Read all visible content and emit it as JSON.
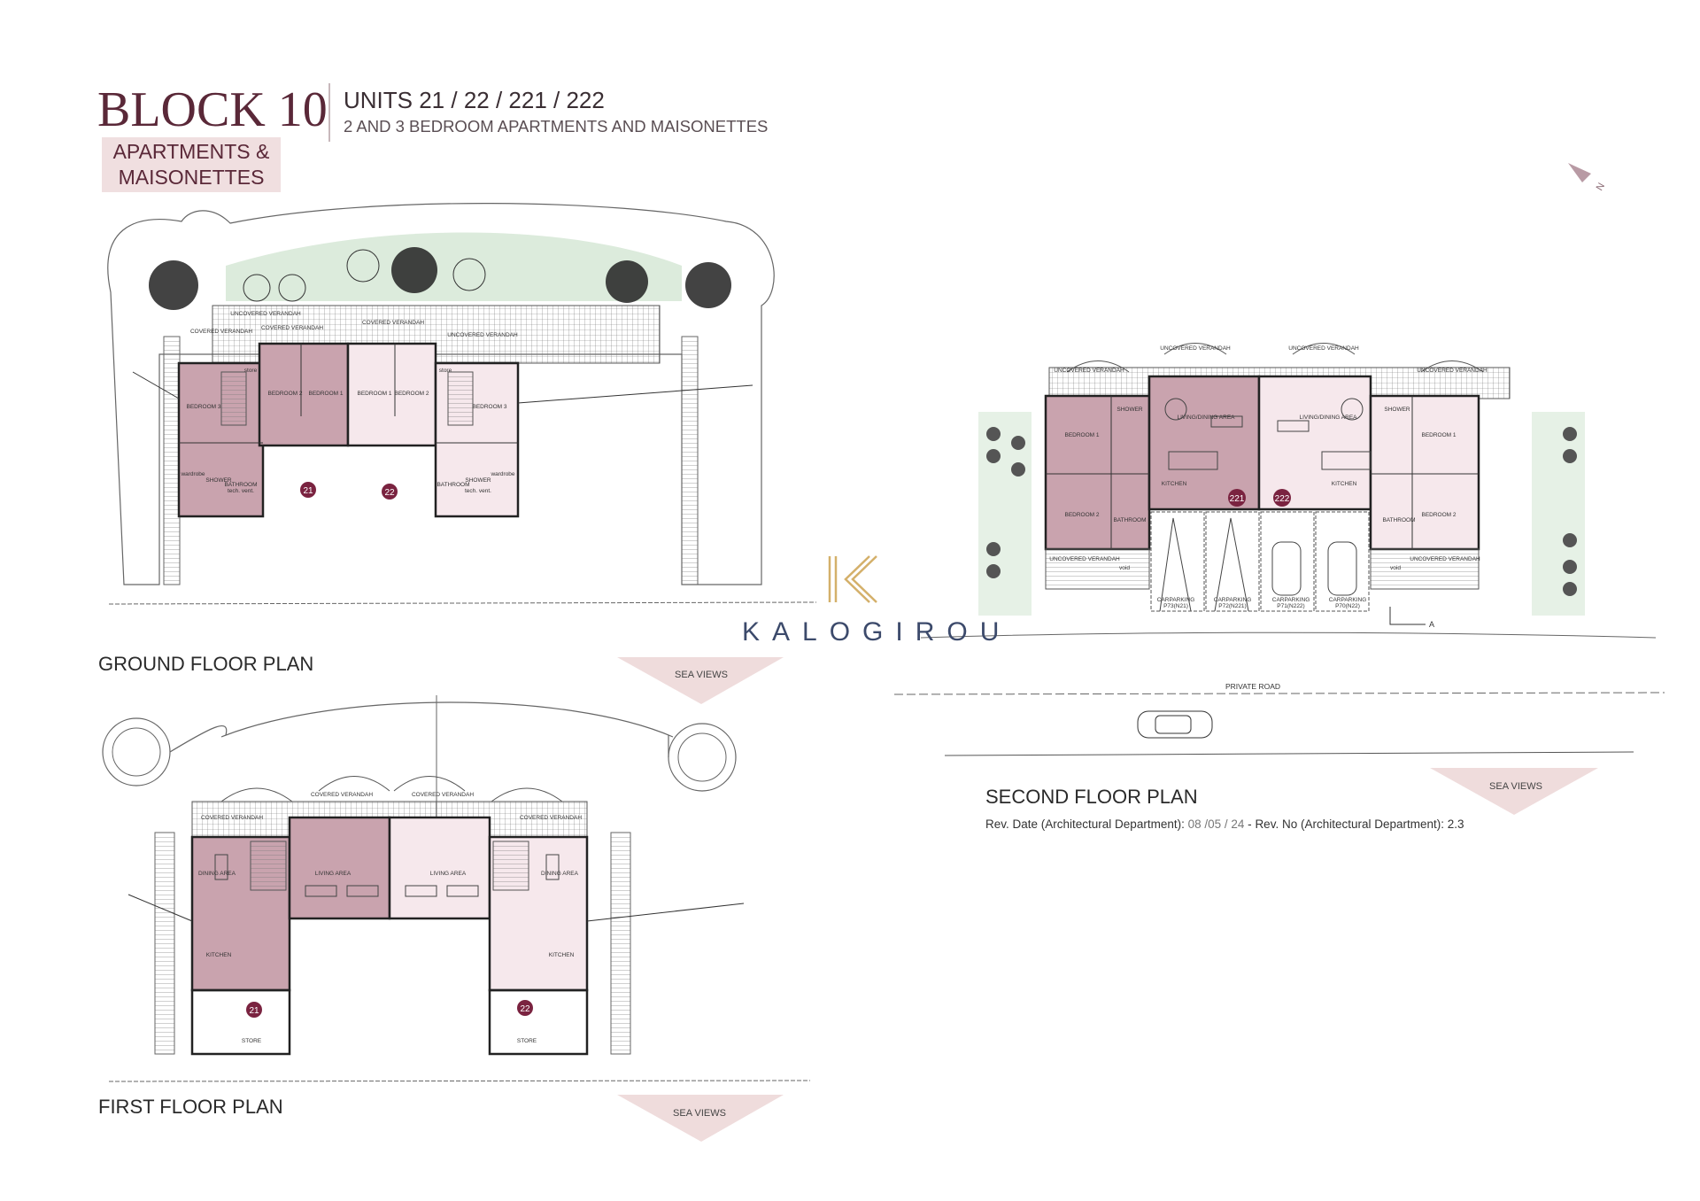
{
  "header": {
    "block_title": "BLOCK 10",
    "category_line1": "APARTMENTS &",
    "category_line2": "MAISONETTES",
    "units": "UNITS 21 / 22 / 221 / 222",
    "subtitle": "2 AND 3 BEDROOM APARTMENTS AND MAISONETTES"
  },
  "brand": {
    "logo_letter": "K",
    "name": "KALOGIROU",
    "gold": "#d4b06a",
    "navy": "#3c4a6b"
  },
  "colors": {
    "unit_dark": "#c9a3ae",
    "unit_light": "#f6e8ec",
    "badge": "#7a2340",
    "garden": "#dcebdc",
    "sea_views": "#efdcdc"
  },
  "ground_floor": {
    "title": "GROUND FLOOR PLAN",
    "sea_views": "SEA VIEWS",
    "verandas": [
      "COVERED VERANDAH",
      "COVERED VERANDAH",
      "COVERED VERANDAH",
      "UNCOVERED VERANDAH",
      "UNCOVERED VERANDAH"
    ],
    "rooms": [
      "BEDROOM 3",
      "BEDROOM 2",
      "BEDROOM 1",
      "BEDROOM 1",
      "BEDROOM 2",
      "BEDROOM 3",
      "wardrobe",
      "SHOWER",
      "BATHROOM",
      "tech. vent.",
      "BATHROOM",
      "SHOWER",
      "tech. vent.",
      "wardrobe",
      "store",
      "store"
    ],
    "units": [
      "21",
      "22"
    ]
  },
  "first_floor": {
    "title": "FIRST FLOOR PLAN",
    "sea_views": "SEA VIEWS",
    "verandas": [
      "COVERED VERANDAH",
      "COVERED VERANDAH",
      "COVERED VERANDAH",
      "COVERED VERANDAH"
    ],
    "rooms": [
      "DINING AREA",
      "LIVING AREA",
      "LIVING AREA",
      "DINING AREA",
      "KITCHEN",
      "KITCHEN",
      "STORE",
      "STORE"
    ],
    "units": [
      "21",
      "22"
    ]
  },
  "second_floor": {
    "title": "SECOND FLOOR PLAN",
    "sea_views": "SEA VIEWS",
    "verandas": [
      "UNCOVERED VERANDAH",
      "UNCOVERED VERANDAH",
      "UNCOVERED VERANDAH",
      "UNCOVERED VERANDAH",
      "UNCOVERED VERANDAH",
      "UNCOVERED VERANDAH"
    ],
    "rooms": [
      "BEDROOM 1",
      "BEDROOM 2",
      "SHOWER",
      "BATHROOM",
      "LIVING/DINING AREA",
      "KITCHEN",
      "LIVING/DINING AREA",
      "KITCHEN",
      "SHOWER",
      "BATHROOM",
      "BEDROOM 1",
      "BEDROOM 2",
      "void",
      "void"
    ],
    "units": [
      "221",
      "222"
    ],
    "parking": [
      "CARPARKING",
      "P73(N21)",
      "CARPARKING",
      "P72(N221)",
      "CARPARKING",
      "P71(N222)",
      "CARPARKING",
      "P70(N22)"
    ],
    "section_marker": "A",
    "road": "PRIVATE ROAD"
  },
  "revision": {
    "date_label": "Rev. Date (Architectural Department):",
    "date_value": "08 /05 / 24",
    "separator": "-",
    "no_label": "Rev. No (Architectural Department):",
    "no_value": "2.3"
  },
  "north_arrow": "N"
}
